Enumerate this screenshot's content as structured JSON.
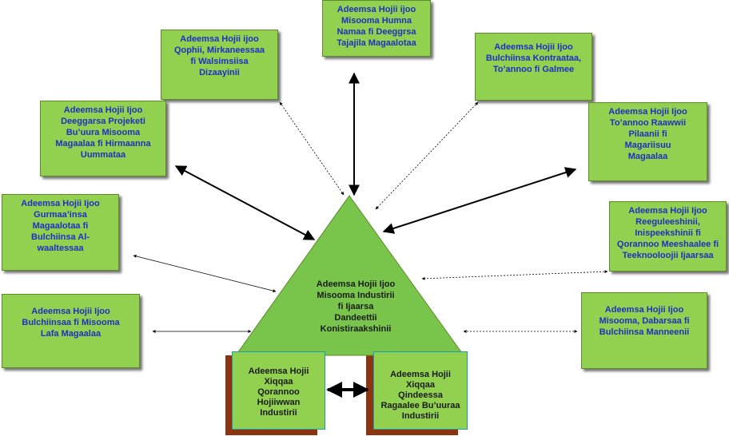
{
  "center": {
    "label": "Adeemsa Hojii Ijoo\nMisooma Industirii\nfi Ijaarsa\nDandeettii\nKonistiraakshinii"
  },
  "base_left": {
    "label": "Adeemsa Hojii\nXiqqaa\nQorannoo\nHojiiwwan\nIndustirii"
  },
  "base_right": {
    "label": "Adeemsa Hojii\nXiqqaa\nQindeessa\nRagaalee Bu’uuraa\nIndustirii"
  },
  "boxes": {
    "top": "Adeemsa Hojii ijoo\nMisooma Humna\nNamaa fi Deeggrsa\nTajajila Magaalotaa",
    "top_left": "Adeemsa Hojii ijoo\nQophii, Mirkaneessaa\nfi Walsimsiisa\nDizaayinii",
    "top_right": "Adeemsa Hojii Ijoo\nBulchiinsa Kontraataa,\nTo’annoo fi Galmee",
    "left_upper": "Adeemsa Hojii Ijoo\nDeeggarsa Projeketi\nBu’uura Misooma\nMagaalaa fi Hirmaanna\nUummataa",
    "right_upper": "Adeemsa Hojii Ijoo\nTo’annoo Raawwii\nPilaanii  fi\nMagariisuu\nMagaalaa",
    "left_middle": "Adeemsa Hojii Ijoo\nGurmaa’insa\nMagaalotaa fi\nBulchiinsa Al-\nwaaltessaa",
    "right_middle": "Adeemsa Hojii Ijoo\nReeguleeshinii,\nInispeekshinii fi\nQorannoo Meeshaalee fi\nTeeknooloojii   Ijaarsaa",
    "left_lower": "Adeemsa Hojii Ijoo\nBulchiinsaa fi Misooma\nLafa Magaalaa",
    "right_lower": "Adeemsa Hojii Ijoo\nMisooma, Dabarsaa fi\nBulchiinsa Manneenii"
  }
}
